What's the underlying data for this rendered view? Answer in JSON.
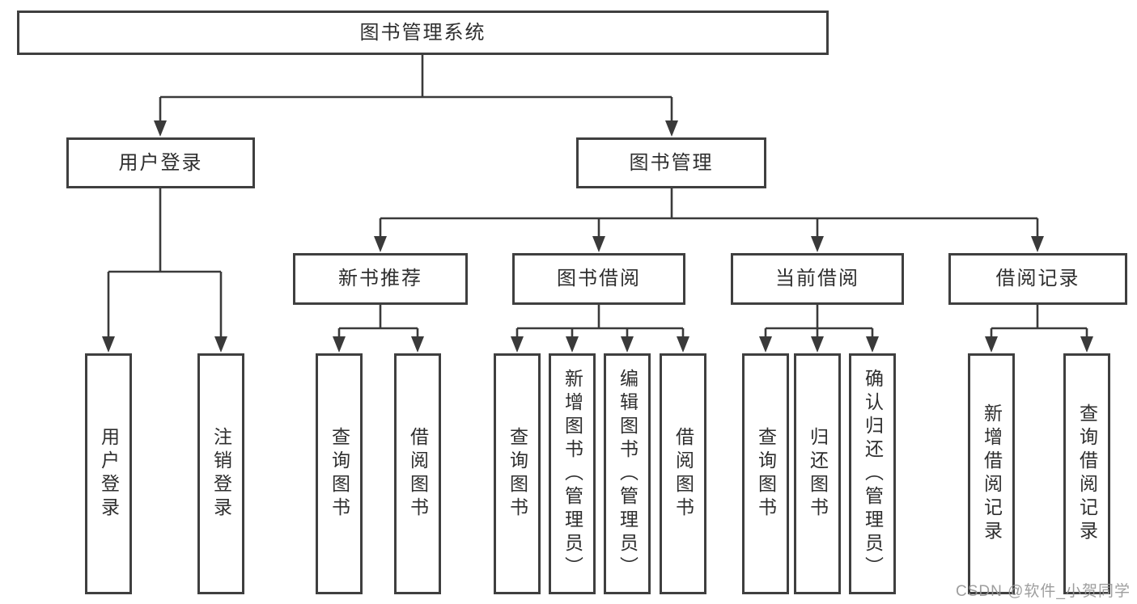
{
  "tree": {
    "label": "图书管理系统",
    "children": [
      {
        "label": "用户登录",
        "children": [
          {
            "label": "用户登录"
          },
          {
            "label": "注销登录"
          }
        ]
      },
      {
        "label": "图书管理",
        "children": [
          {
            "label": "新书推荐",
            "children": [
              {
                "label": "查询图书"
              },
              {
                "label": "借阅图书"
              }
            ]
          },
          {
            "label": "图书借阅",
            "children": [
              {
                "label": "查询图书"
              },
              {
                "label": "新增图书（管理员）"
              },
              {
                "label": "编辑图书（管理员）"
              },
              {
                "label": "借阅图书"
              }
            ]
          },
          {
            "label": "当前借阅",
            "children": [
              {
                "label": "查询图书"
              },
              {
                "label": "归还图书"
              },
              {
                "label": "确认归还（管理员）"
              }
            ]
          },
          {
            "label": "借阅记录",
            "children": [
              {
                "label": "新增借阅记录"
              },
              {
                "label": "查询借阅记录"
              }
            ]
          }
        ]
      }
    ]
  },
  "watermark": {
    "text": "CSDN @软件_小贺同学"
  },
  "colors": {
    "line": "#3a3a3a",
    "box_border": "#3f3f3f",
    "text": "#2e2e2e",
    "watermark": "#949494",
    "background": "#ffffff"
  }
}
